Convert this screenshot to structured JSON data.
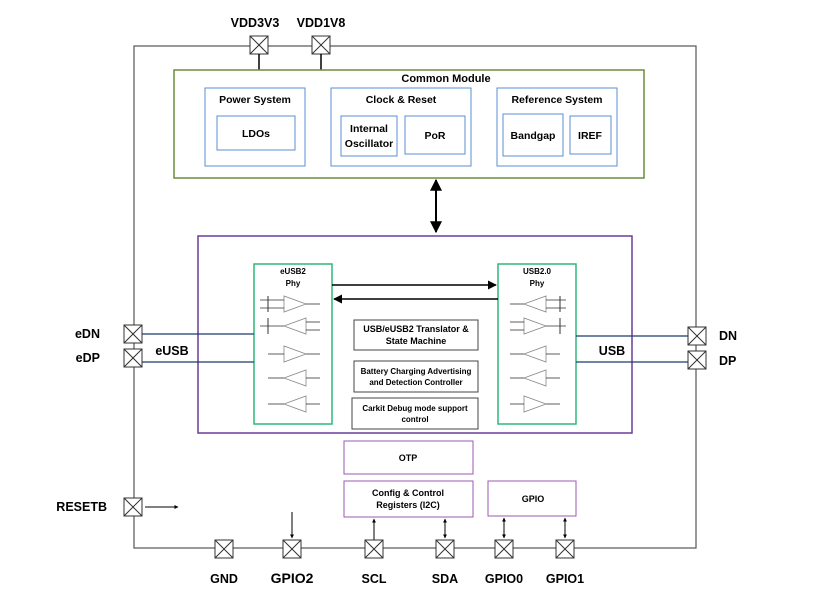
{
  "pins": {
    "top": {
      "vdd3v3": "VDD3V3",
      "vdd1v8": "VDD1V8"
    },
    "left": {
      "edn": "eDN",
      "edp": "eDP",
      "resetb": "RESETB"
    },
    "right": {
      "dn": "DN",
      "dp": "DP"
    },
    "bottom": {
      "gnd": "GND",
      "gpio2": "GPIO2",
      "scl": "SCL",
      "sda": "SDA",
      "gpio0": "GPIO0",
      "gpio1": "GPIO1"
    }
  },
  "common_module": {
    "title": "Common Module",
    "power_system": {
      "title": "Power System",
      "ldos": "LDOs"
    },
    "clock_reset": {
      "title": "Clock & Reset",
      "osc_line1": "Internal",
      "osc_line2": "Oscillator",
      "por": "PoR"
    },
    "reference_system": {
      "title": "Reference System",
      "bandgap": "Bandgap",
      "iref": "IREF"
    }
  },
  "usb_block": {
    "eusb2_phy": {
      "line1": "eUSB2",
      "line2": "Phy"
    },
    "usb20_phy": {
      "line1": "USB2.0",
      "line2": "Phy"
    },
    "translator": {
      "line1": "USB/eUSB2 Translator &",
      "line2": "State Machine"
    },
    "battery": {
      "line1": "Battery Charging Advertising",
      "line2": "and Detection Controller"
    },
    "carkit": {
      "line1": "Carkit Debug mode support",
      "line2": "control"
    },
    "eusb_label": "eUSB",
    "usb_label": "USB"
  },
  "otp": "OTP",
  "config": {
    "line1": "Config & Control",
    "line2": "Registers (I2C)"
  },
  "gpio_block": "GPIO",
  "colors": {
    "outline": "#555555",
    "common_module": "#6b8e3a",
    "inner_box": "#5b8fd6",
    "usb_block": "#6a3d9a",
    "phy": "#2db87a",
    "config": "#9b59b6",
    "signal_line": "#1f3a6e"
  }
}
